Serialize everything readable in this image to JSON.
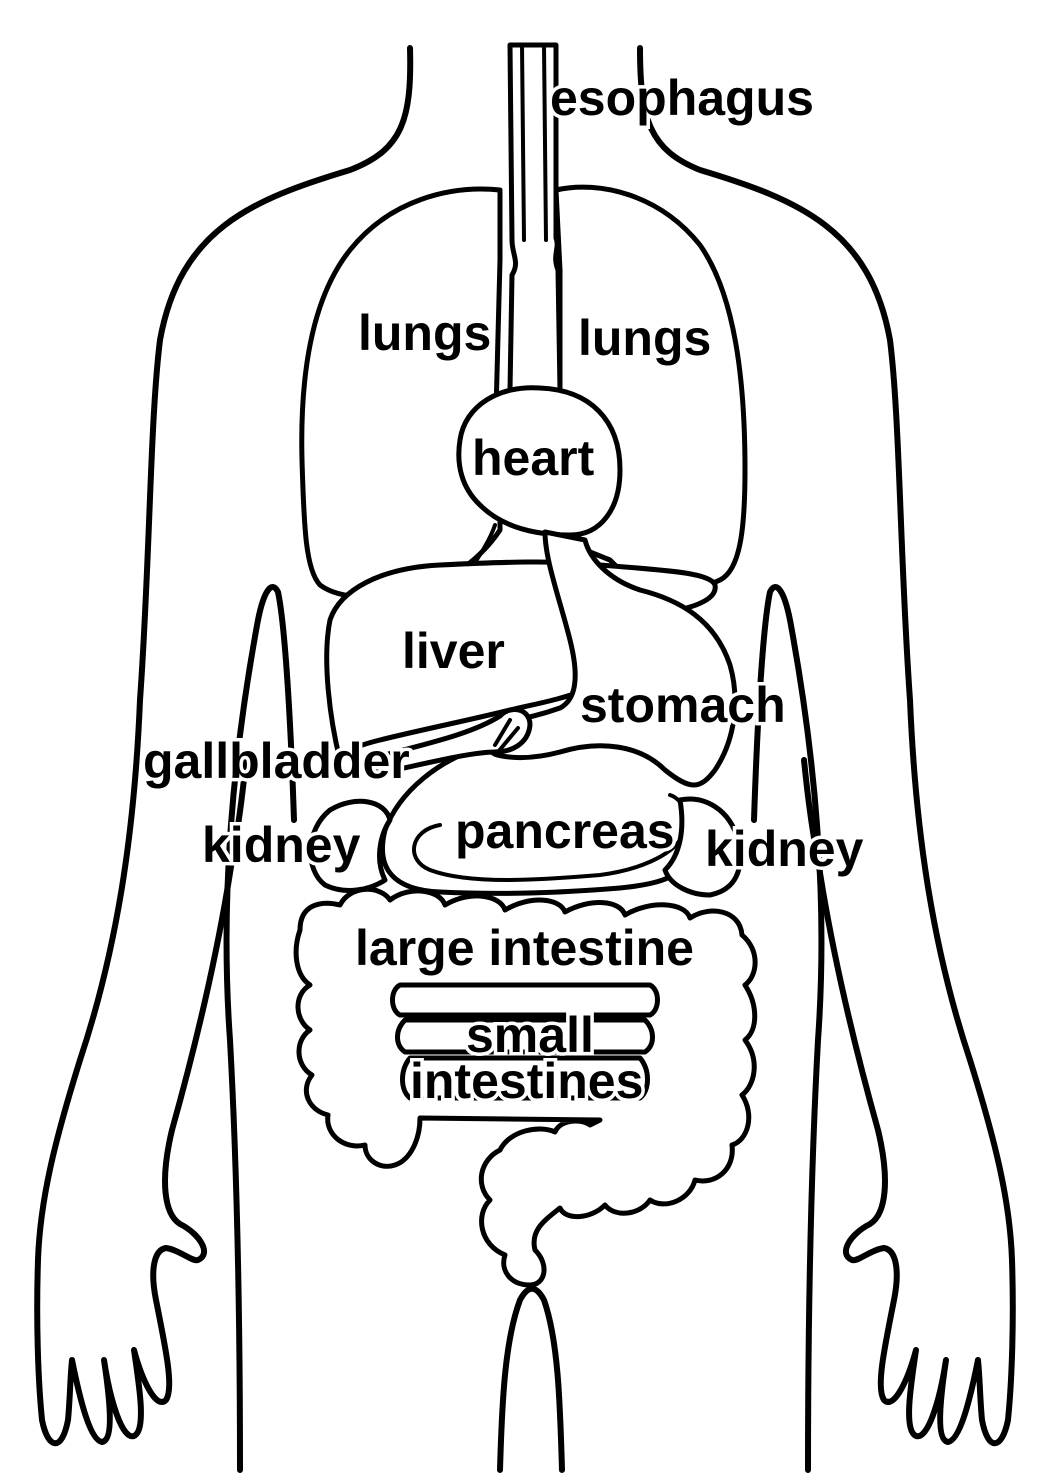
{
  "diagram": {
    "labels": {
      "esophagus": "esophagus",
      "lungs_left": "lungs",
      "lungs_right": "lungs",
      "heart": "heart",
      "liver": "liver",
      "stomach": "stomach",
      "gallbladder": "gallbladder",
      "kidney_left": "kidney",
      "kidney_right": "kidney",
      "pancreas": "pancreas",
      "large_intestine": "large intestine",
      "small_intestines_line1": "small",
      "small_intestines_line2": "intestines"
    },
    "colors": {
      "line": "#000000",
      "background": "#ffffff"
    }
  }
}
